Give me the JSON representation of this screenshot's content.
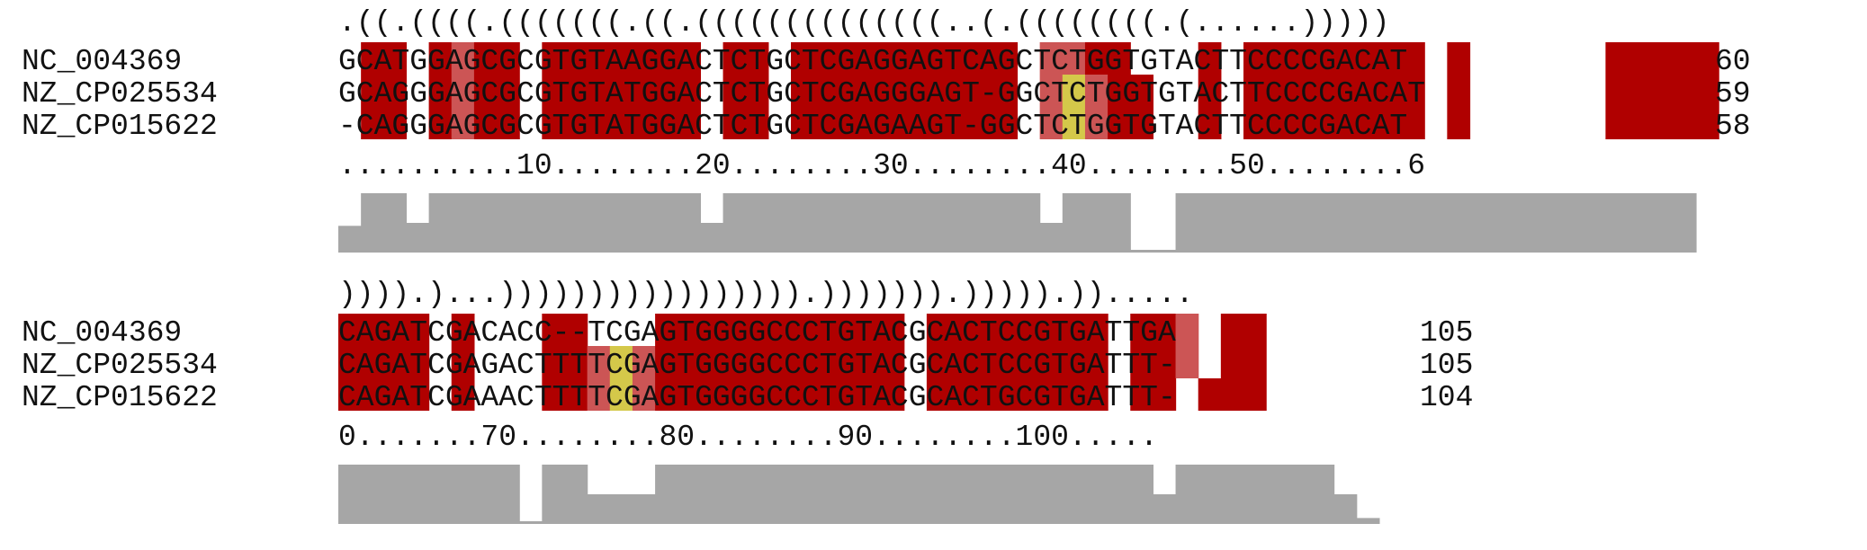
{
  "alignment": {
    "colors": {
      "strong": "#b00000",
      "medium": "#cc5555",
      "weak": "#d4c84a",
      "text": "#111111",
      "conservation_bar": "#a6a6a6"
    },
    "blocks": [
      {
        "structure": ".((.((((.(((((((.((.((((((((((((((..(.((((((((.(......)))))",
        "ruler": "..........10........20........30........40........50........6",
        "rows": [
          {
            "name": "NC_004369",
            "seq": "GCATGGAGCGCGTGTAAGGACTCTGCTCGAGGAGTCAGCTCTGGTGTACTTCCCCGACAT",
            "end": "60"
          },
          {
            "name": "NZ_CP025534",
            "seq": "GCAGGGAGCGCGTGTATGGACTCTGCTCGAGGGAGT-GGCTCTGGTGTACTTCCCCGACAT",
            "end": "59"
          },
          {
            "name": "NZ_CP015622",
            "seq": "-CAGGGAGCGCGTGTATGGACTCTGCTCGAGAAGT-GGCTCTGGTGTACTTCCCCGACAT",
            "end": "58"
          }
        ],
        "shading": [
          "wSSwSMSSwSSSSSSSwSSwSSSSSSSSSSwMMSSwwwSwSSSSSSSSwSwwwwwwSSSSS",
          "wSSwSMSSwSSSSSSSwSSwSSSSSSSSSSwMYMSSwwSwSSSSSSSSwSwwwwwwSSSSS",
          "wSSwSMSSwSSSSSSSwSSwSSSSSSSSSSwMYMSSwwSwSSSSSSSSwSwwwwwwSSSSS"
        ],
        "conservation": [
          0.45,
          1.0,
          1.0,
          0.5,
          1.0,
          1.0,
          1.0,
          1.0,
          1.0,
          1.0,
          1.0,
          1.0,
          1.0,
          1.0,
          1.0,
          1.0,
          0.5,
          1.0,
          1.0,
          1.0,
          1.0,
          1.0,
          1.0,
          1.0,
          1.0,
          1.0,
          1.0,
          1.0,
          1.0,
          1.0,
          1.0,
          0.5,
          1.0,
          1.0,
          1.0,
          0.0,
          0.0,
          1.0,
          1.0,
          1.0,
          1.0,
          1.0,
          1.0,
          1.0,
          1.0,
          1.0,
          1.0,
          1.0,
          1.0,
          1.0,
          1.0,
          1.0,
          1.0,
          1.0,
          1.0,
          1.0,
          1.0,
          1.0,
          1.0,
          1.0
        ]
      },
      {
        "structure": ")))).)...))))))))))))))))).))))))).))))).)).....",
        "ruler": "0.......70........80........90........100.....",
        "rows": [
          {
            "name": "NC_004369",
            "seq": "CAGATCGACACC--TCGAGTGGGGCCCTGTACGCACTCCGTGATTGA",
            "end": "105"
          },
          {
            "name": "NZ_CP025534",
            "seq": "CAGATCGAGACTTTTCGAGTGGGGCCCTGTACGCACTCCGTGATTT-",
            "end": "105"
          },
          {
            "name": "NZ_CP015622",
            "seq": "CAGATCGAAACTTTTCGAGTGGGGCCCTGTACGCACTGCGTGATTT-",
            "end": "104"
          }
        ],
        "shading": [
          "SSSSwSwwwSSwwwSSSSSSSSSSSwSSSSSSSSwSSMwSSwwwwww",
          "SSSSwSwwwSSMYMSSSSSSSSSSSwSSSSSSSSwSSMwSSwwwwww",
          "SSSSwSwwwSSMYMSSSSSSSSSSSwSSSSSSSSwSSwSSSwwwwww"
        ],
        "conservation": [
          1.0,
          1.0,
          1.0,
          1.0,
          1.0,
          1.0,
          1.0,
          1.0,
          0.0,
          1.0,
          1.0,
          0.5,
          0.5,
          0.5,
          1.0,
          1.0,
          1.0,
          1.0,
          1.0,
          1.0,
          1.0,
          1.0,
          1.0,
          1.0,
          1.0,
          1.0,
          1.0,
          1.0,
          1.0,
          1.0,
          1.0,
          1.0,
          1.0,
          1.0,
          1.0,
          1.0,
          0.5,
          1.0,
          1.0,
          1.0,
          1.0,
          1.0,
          1.0,
          1.0,
          0.5,
          0.1
        ]
      }
    ]
  }
}
